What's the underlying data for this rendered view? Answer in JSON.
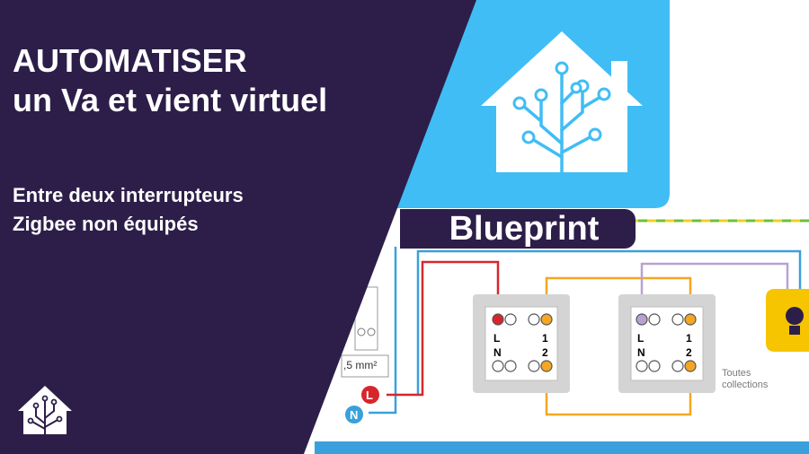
{
  "title_line1": "AUTOMATISER",
  "title_line2": "un Va et vient virtuel",
  "subtitle_line1": "Entre deux interrupteurs",
  "subtitle_line2": "Zigbee non équipés",
  "badge_label": "Blueprint",
  "diagram": {
    "cable_label": ",5 mm²",
    "phase_label": "L",
    "neutral_label": "N",
    "switch_left": {
      "t1": "L",
      "t2": "1",
      "t3": "N",
      "t4": "2"
    },
    "switch_right": {
      "t1": "L",
      "t2": "1",
      "t3": "N",
      "t4": "2"
    },
    "caption_line1": "Toutes",
    "caption_line2": "collections"
  },
  "colors": {
    "purple": "#2d1e49",
    "ha_blue": "#41bdf5",
    "wire_red": "#d7262b",
    "wire_orange": "#f5a623",
    "wire_violet": "#b8a1d1",
    "wire_blue": "#3aa0dc",
    "earth_green": "#6fbf3a",
    "earth_yellow": "#f2d020",
    "bulb_yellow": "#f7c400"
  },
  "icons": [
    "home-assistant-logo-icon",
    "home-assistant-small-logo-icon",
    "light-bulb-icon"
  ]
}
